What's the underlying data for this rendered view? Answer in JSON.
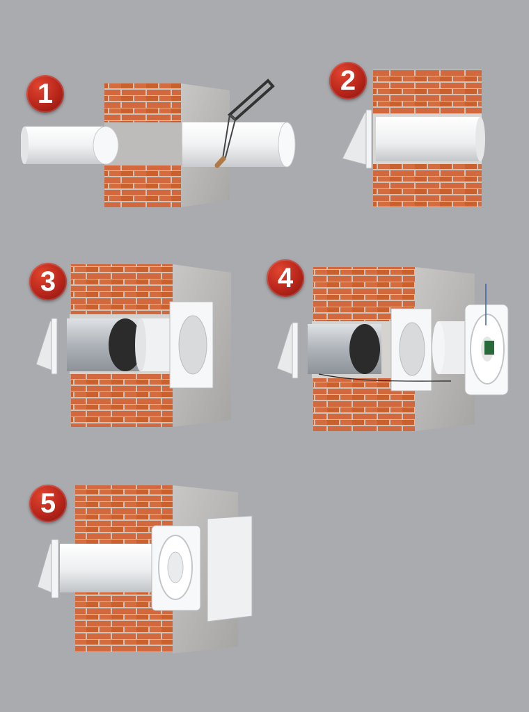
{
  "steps": [
    {
      "number": "1"
    },
    {
      "number": "2"
    },
    {
      "number": "3"
    },
    {
      "number": "4"
    },
    {
      "number": "5"
    }
  ],
  "colors": {
    "background": "#a9abae",
    "brick": "#d2693e",
    "mortar": "#c9c4bd",
    "concrete": "#b9b8b6",
    "pipe_white": "#f3f4f5",
    "metal_duct": "#b7bcc2",
    "filter_black": "#2b2b2b",
    "badge_red": "#c0281d",
    "handle_wood": "#b07a44"
  },
  "icons": [
    "hacksaw-icon",
    "fan-icon",
    "wall-grille-icon"
  ]
}
